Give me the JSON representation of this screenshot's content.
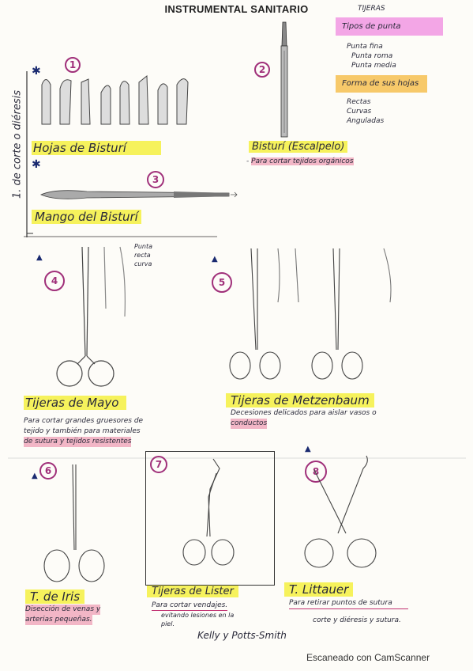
{
  "title": "INSTRUMENTAL SANITARIO",
  "side_label": "1. de corte o diéresis",
  "tijeras_legend": {
    "heading": "TIJERAS",
    "tipos_punta": "Tipos de punta",
    "punta_items": [
      "Punta fina",
      "Punta roma",
      "Punta media"
    ],
    "forma_hojas": "Forma de sus hojas",
    "forma_items": [
      "Rectas",
      "Curvas",
      "Anguladas"
    ]
  },
  "sections": {
    "s1": {
      "number": "1",
      "label": "Hojas de Bisturí"
    },
    "s2": {
      "number": "2",
      "label": "Bisturí (Escalpelo)",
      "note": "Para cortar tejidos orgánicos"
    },
    "s3": {
      "number": "3",
      "label": "Mango del Bisturí"
    },
    "s4": {
      "number": "4",
      "label": "Tijeras de Mayo",
      "note_lines": [
        "Para cortar grandes gruesores de",
        "tejido y también para materiales",
        "de sutura y tejidos resistentes"
      ],
      "side_note": "Punta recta curva"
    },
    "s5": {
      "number": "5",
      "label": "Tijeras de Metzenbaum",
      "note_lines": [
        "Decesiones delicados para aislar vasos o",
        "conductos"
      ]
    },
    "s6": {
      "number": "6",
      "label": "T. de Iris",
      "note_lines": [
        "Disección de venas y",
        "arterias pequeñas."
      ]
    },
    "s7": {
      "number": "7",
      "label": "Tijeras de Lister",
      "note_lines": [
        "Para cortar vendajes.",
        "evitando lesiones en la",
        "piel."
      ]
    },
    "s8": {
      "number": "8",
      "label": "T. Littauer",
      "note_lines": [
        "Para retirar puntos de sutura",
        "corte y diéresis y sutura."
      ]
    }
  },
  "signature": "Kelly y Potts-Smith",
  "footer": "Escaneado con CamScanner",
  "colors": {
    "highlight_yellow": "#f6f25c",
    "highlight_pink": "#f3a6e6",
    "highlight_orange": "#f7c96a",
    "ink_purple": "#a0307a"
  }
}
